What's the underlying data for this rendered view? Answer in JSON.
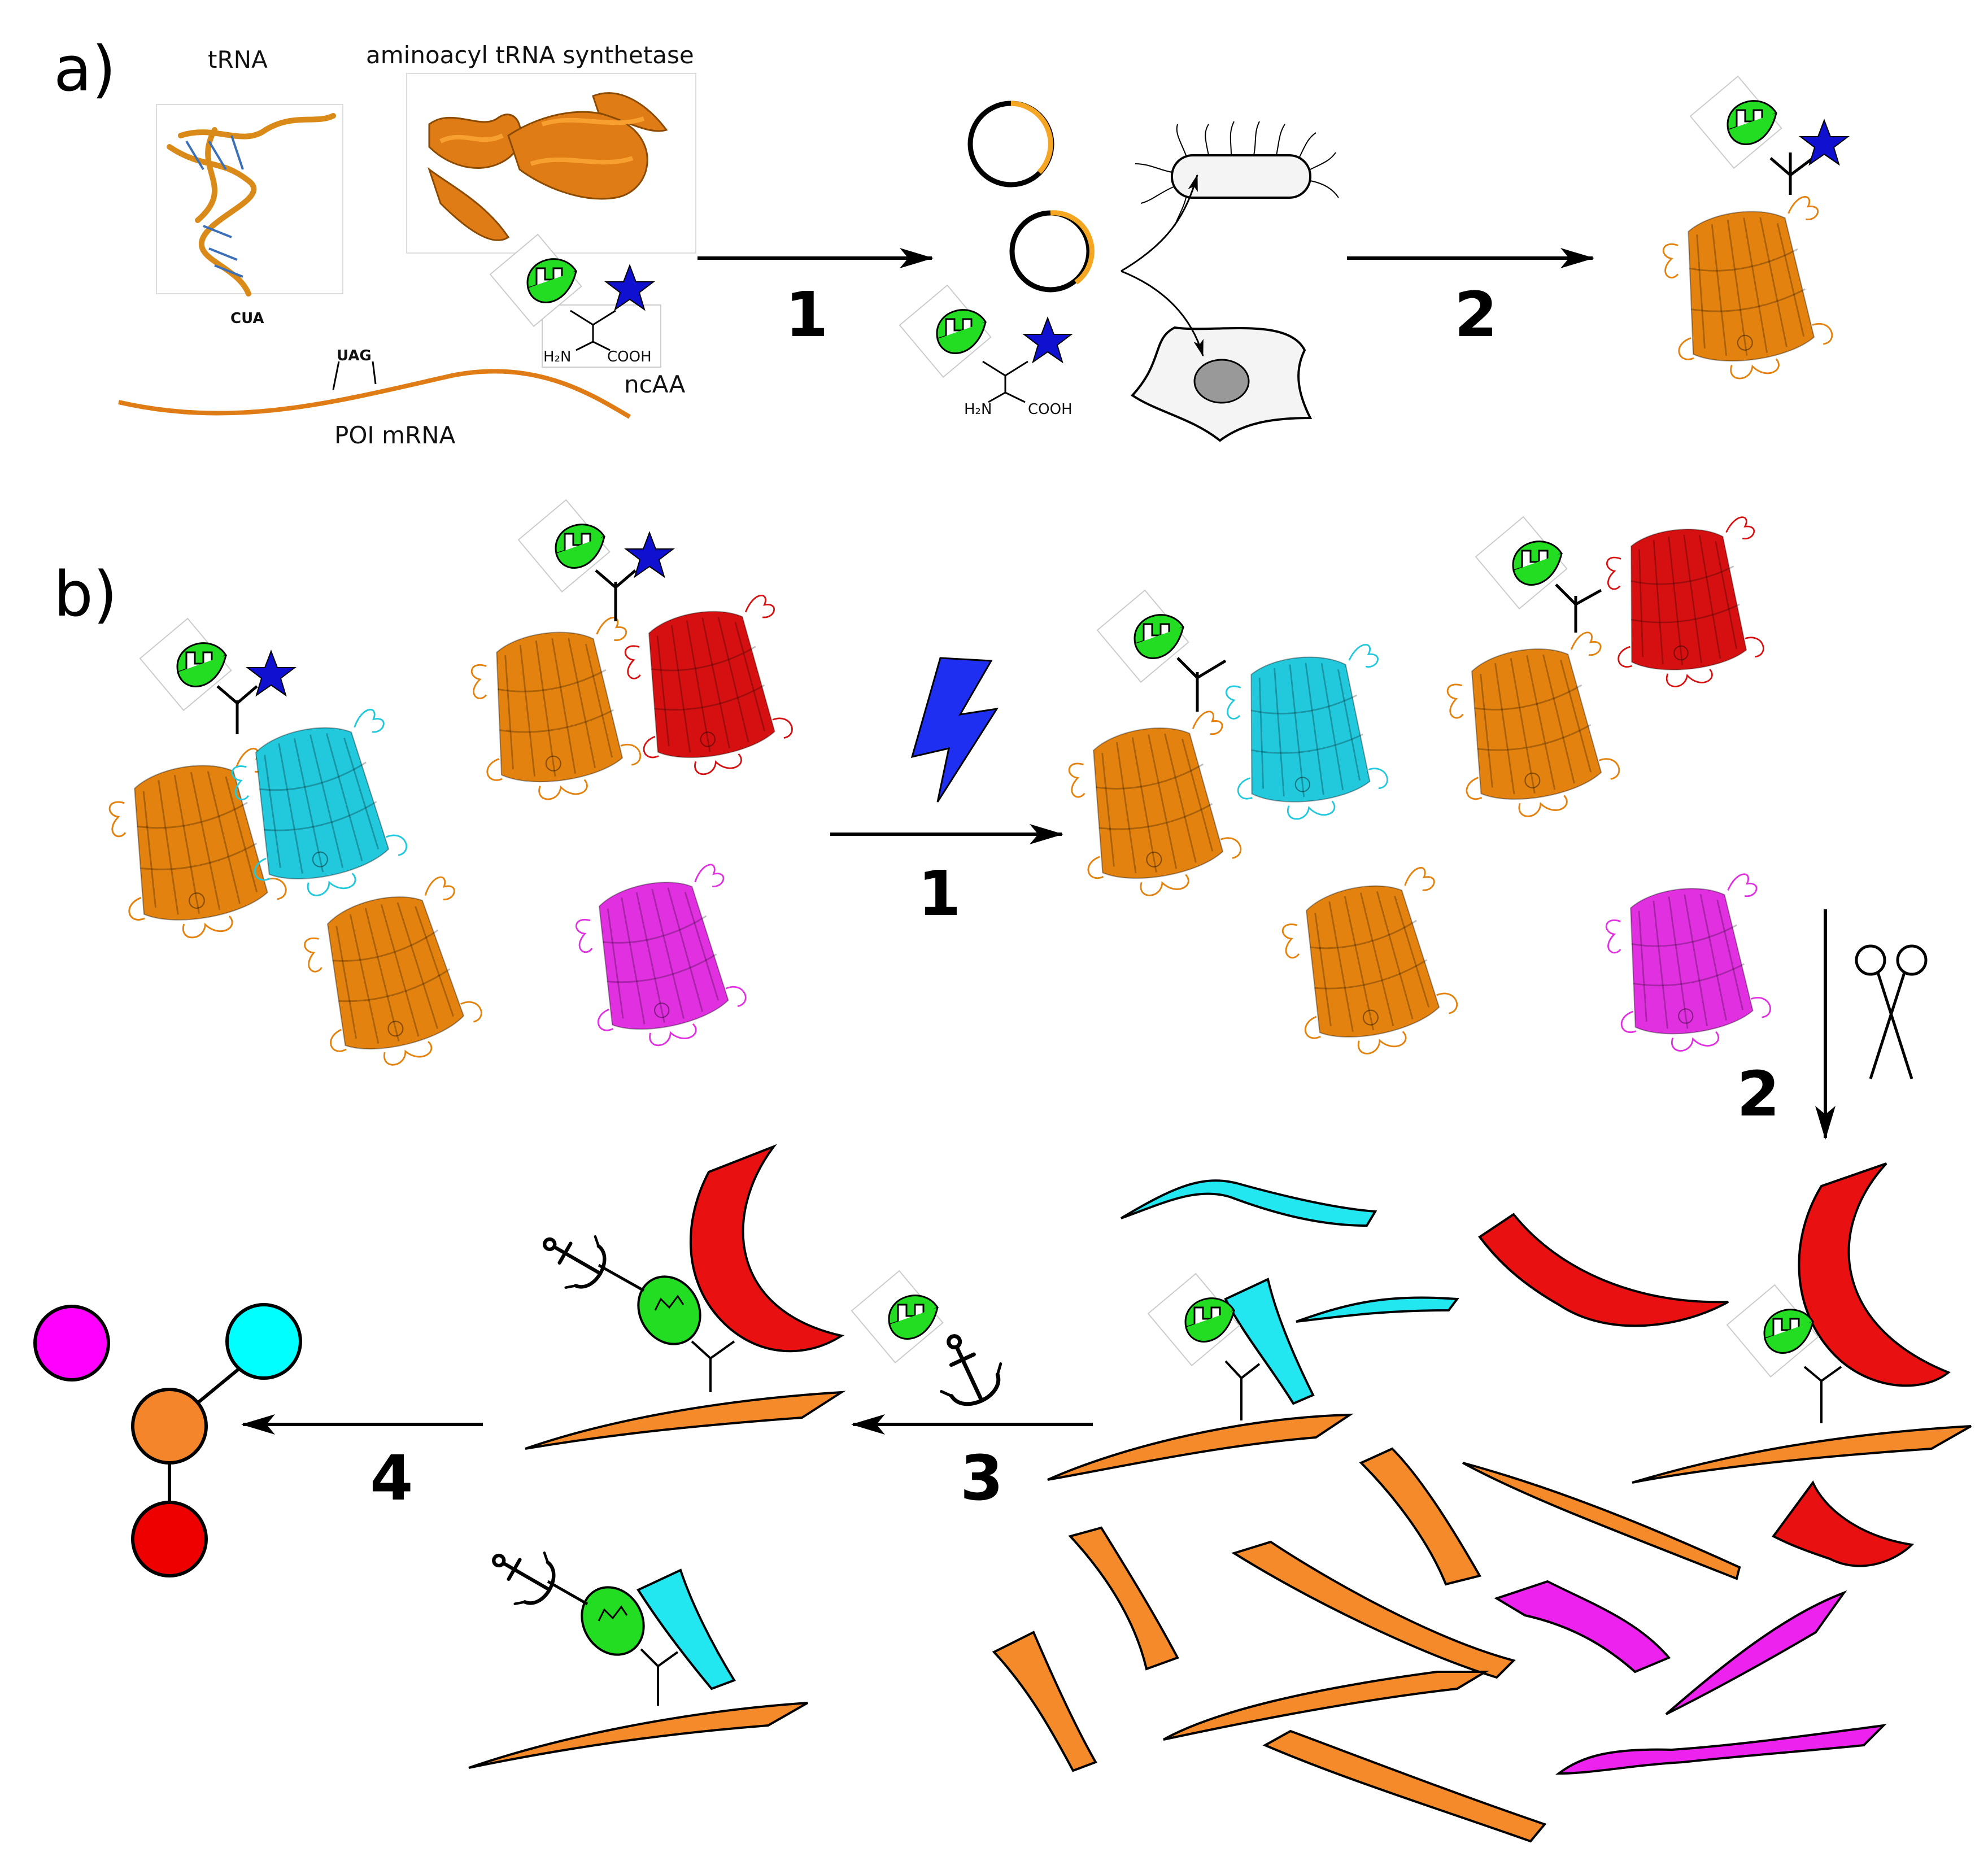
{
  "panels": {
    "a": {
      "label": "a)",
      "trna_label": "tRNA",
      "synthetase_label": "aminoacyl tRNA synthetase",
      "anticodon": "CUA",
      "codon": "UAG",
      "mrna_label": "POI mRNA",
      "ncaa_label": "ncAA",
      "nh2_label": "H₂N",
      "cooh_label": "COOH",
      "steps": [
        "1",
        "2"
      ]
    },
    "b": {
      "label": "b)",
      "steps": [
        "1",
        "2",
        "3",
        "4"
      ]
    }
  },
  "colors": {
    "orange": "#f0851e",
    "orange_dark": "#b85a08",
    "cyan": "#22d6e6",
    "red": "#e01010",
    "magenta": "#ee22ee",
    "green": "#22dd22",
    "blue_star": "#1010d0",
    "bolt": "#1f2ff2",
    "node_cyan": "#00ffff",
    "node_magenta": "#ff00ff",
    "node_orange": "#f5852a",
    "node_red": "#ee0000"
  },
  "icons": [
    "star-icon",
    "lightning-icon",
    "scissors-icon",
    "anchor-icon",
    "bacterium-icon",
    "cell-icon",
    "plasmid-icon"
  ]
}
